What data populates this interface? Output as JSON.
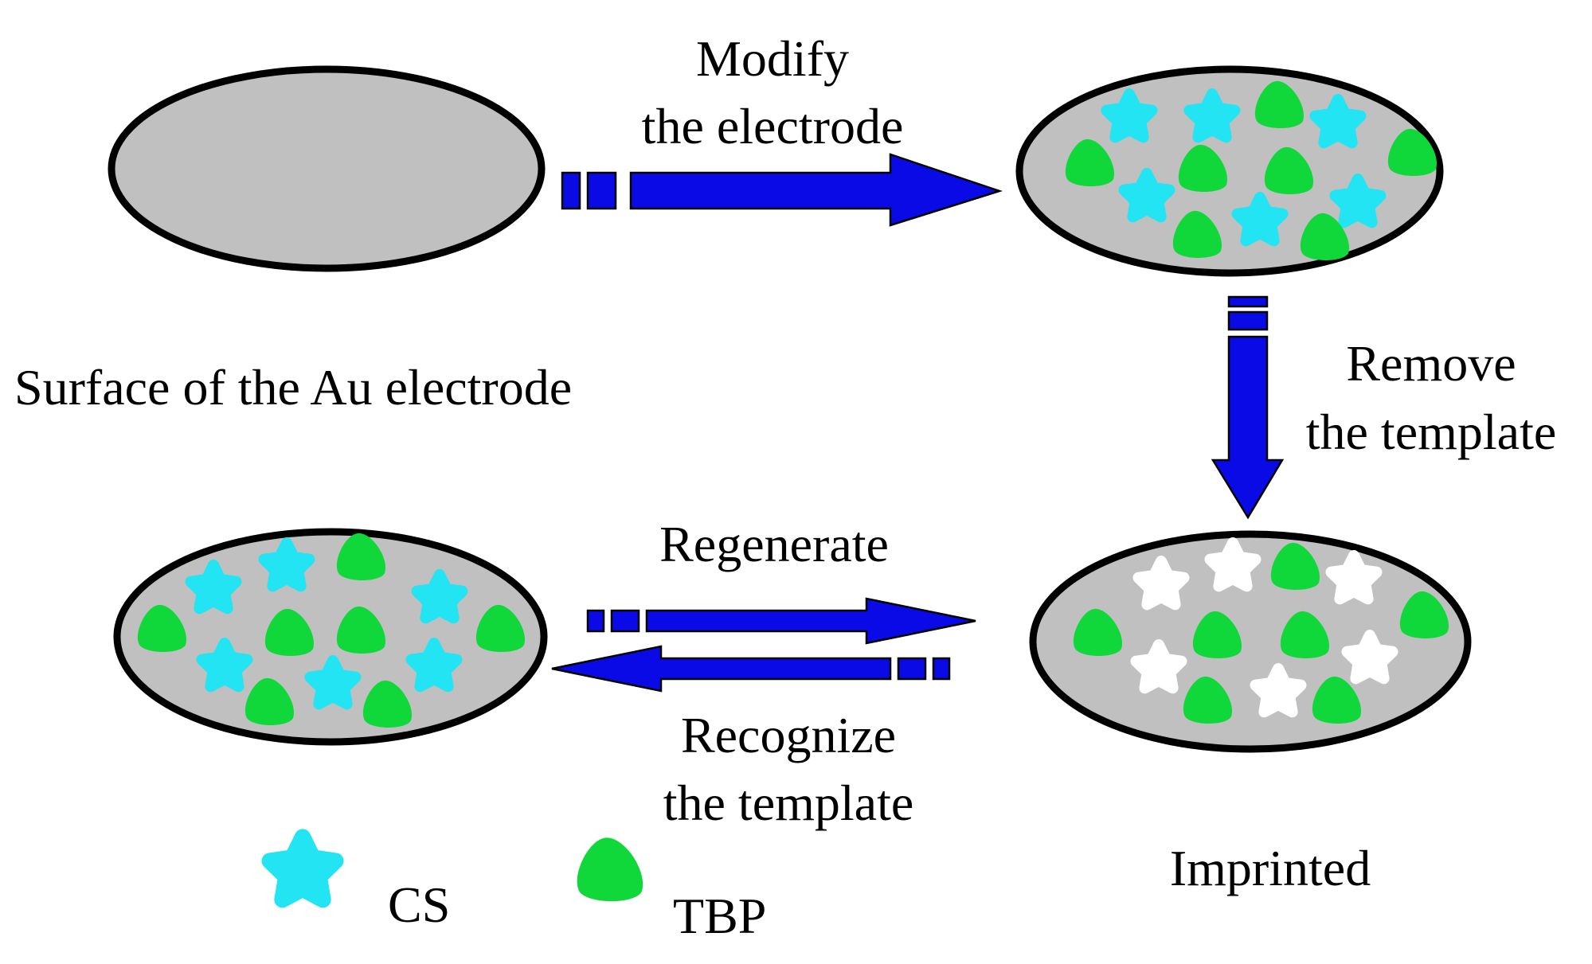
{
  "labels": {
    "surface": "Surface of the Au electrode",
    "modify_line1": "Modify",
    "modify_line2": "the electrode",
    "remove_line1": "Remove",
    "remove_line2": "the template",
    "regenerate": "Regenerate",
    "recognize_line1": "Recognize",
    "recognize_line2": "the template",
    "imprinted": "Imprinted",
    "legend_cs": "CS",
    "legend_tbp": "TBP"
  },
  "colors": {
    "electrode_fill": "#c0c0c0",
    "outline": "#000000",
    "arrow": "#0a0ae6",
    "cs": "#22e4f2",
    "tbp": "#10d83a",
    "cavity": "#ffffff"
  },
  "panels": [
    {
      "id": "bare-electrode",
      "contents": "empty"
    },
    {
      "id": "modified-electrode",
      "contents": "CS + TBP"
    },
    {
      "id": "imprinted-electrode",
      "contents": "TBP + cavities"
    },
    {
      "id": "rebound-electrode",
      "contents": "CS + TBP"
    }
  ],
  "arrows": [
    {
      "id": "modify",
      "from": "bare-electrode",
      "to": "modified-electrode"
    },
    {
      "id": "remove",
      "from": "modified-electrode",
      "to": "imprinted-electrode"
    },
    {
      "id": "regenerate",
      "from": "rebound-electrode",
      "to": "imprinted-electrode"
    },
    {
      "id": "recognize",
      "from": "imprinted-electrode",
      "to": "rebound-electrode"
    }
  ]
}
